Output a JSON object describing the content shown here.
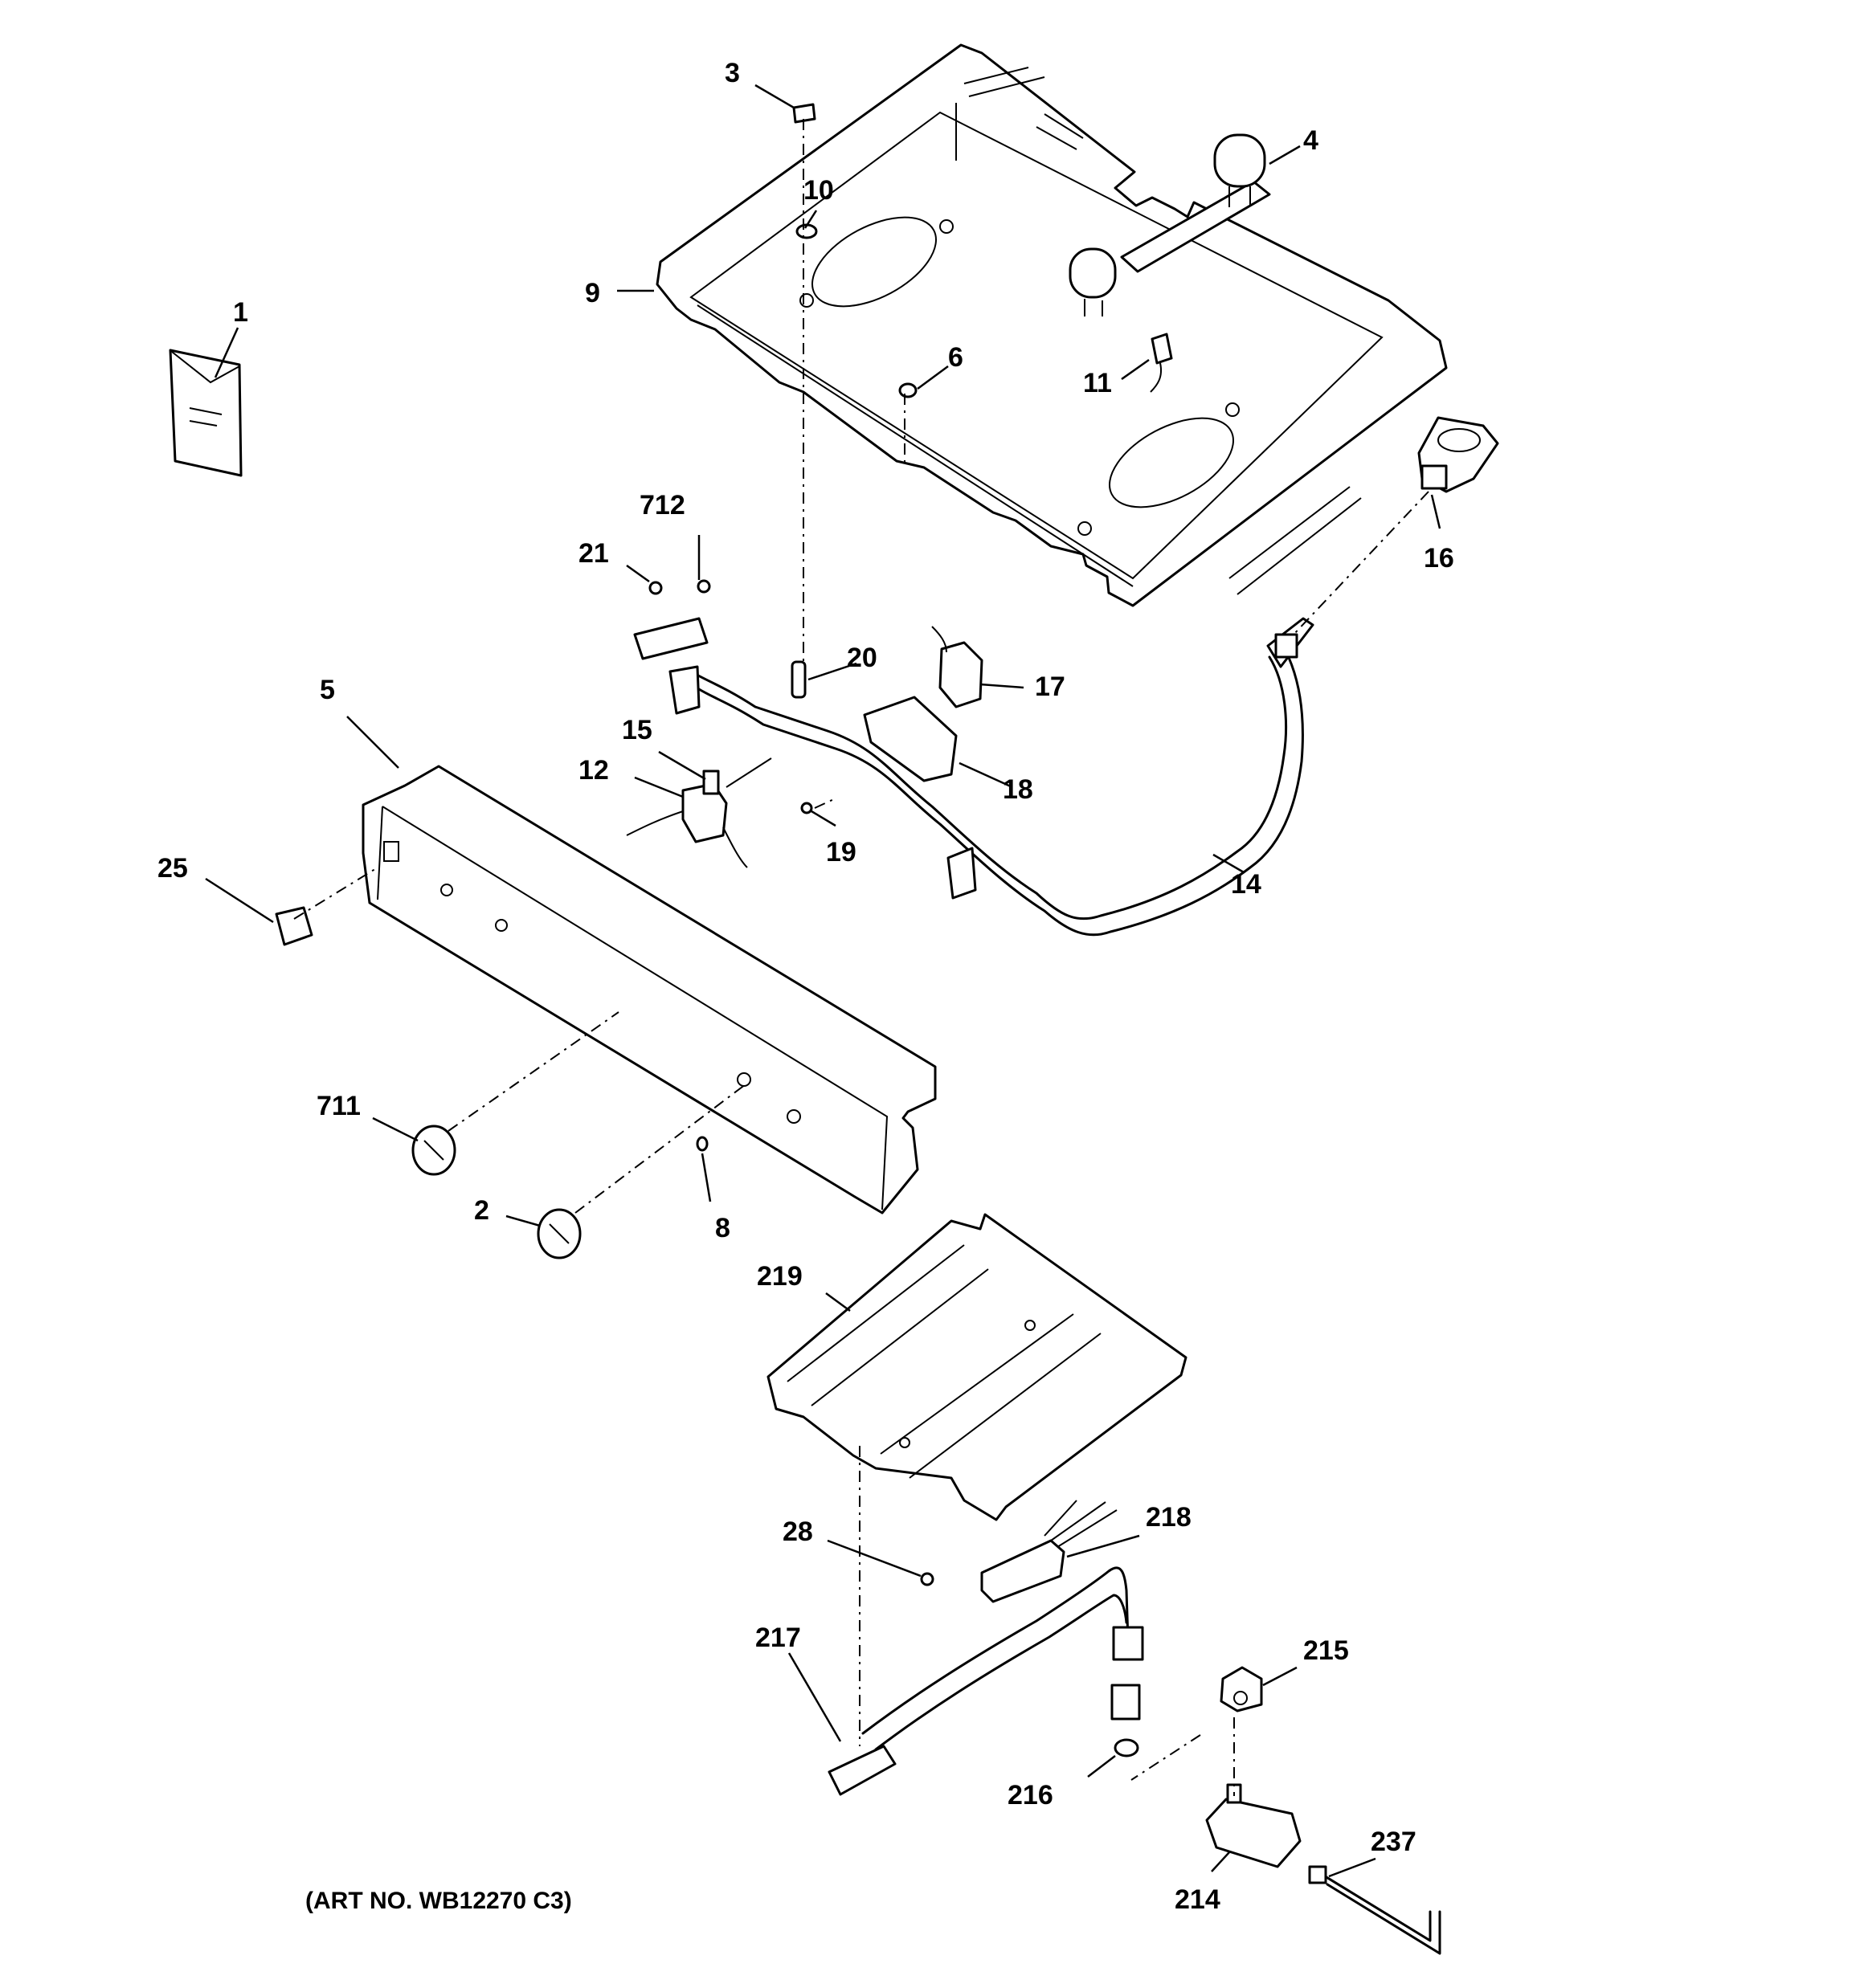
{
  "labels": [
    {
      "id": "1",
      "text": "1"
    },
    {
      "id": "2",
      "text": "2"
    },
    {
      "id": "3",
      "text": "3"
    },
    {
      "id": "4",
      "text": "4"
    },
    {
      "id": "5",
      "text": "5"
    },
    {
      "id": "6",
      "text": "6"
    },
    {
      "id": "8",
      "text": "8"
    },
    {
      "id": "9",
      "text": "9"
    },
    {
      "id": "10",
      "text": "10"
    },
    {
      "id": "11",
      "text": "11"
    },
    {
      "id": "12",
      "text": "12"
    },
    {
      "id": "14",
      "text": "14"
    },
    {
      "id": "15",
      "text": "15"
    },
    {
      "id": "16",
      "text": "16"
    },
    {
      "id": "17",
      "text": "17"
    },
    {
      "id": "18",
      "text": "18"
    },
    {
      "id": "19",
      "text": "19"
    },
    {
      "id": "20",
      "text": "20"
    },
    {
      "id": "21",
      "text": "21"
    },
    {
      "id": "25",
      "text": "25"
    },
    {
      "id": "28",
      "text": "28"
    },
    {
      "id": "214",
      "text": "214"
    },
    {
      "id": "215",
      "text": "215"
    },
    {
      "id": "216",
      "text": "216"
    },
    {
      "id": "217",
      "text": "217"
    },
    {
      "id": "218",
      "text": "218"
    },
    {
      "id": "219",
      "text": "219"
    },
    {
      "id": "237",
      "text": "237"
    },
    {
      "id": "711",
      "text": "711"
    },
    {
      "id": "712",
      "text": "712"
    }
  ],
  "caption": "(ART NO. WB12270 C3)"
}
